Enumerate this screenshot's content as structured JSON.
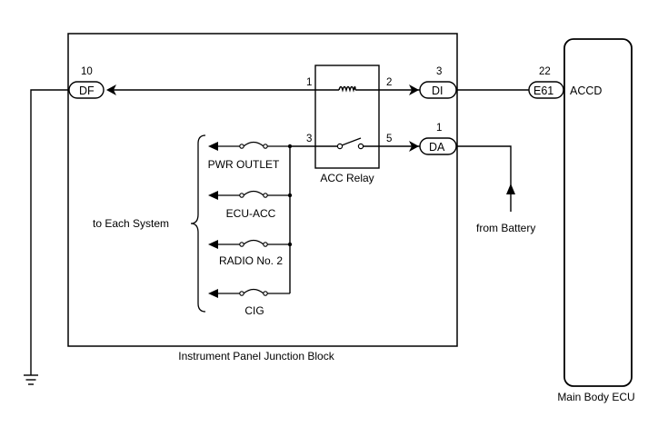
{
  "junction_block": {
    "label": "Instrument Panel Junction Block"
  },
  "ecu": {
    "label": "Main Body ECU",
    "pin_label": "ACCD"
  },
  "relay": {
    "label": "ACC Relay",
    "pins": {
      "p1": "1",
      "p2": "2",
      "p3": "3",
      "p5": "5"
    }
  },
  "connectors": {
    "df": {
      "name": "DF",
      "pin": "10"
    },
    "di": {
      "name": "DI",
      "pin": "3"
    },
    "da": {
      "name": "DA",
      "pin": "1"
    },
    "e61": {
      "name": "E61",
      "pin": "22"
    }
  },
  "fuses": [
    {
      "label": "PWR OUTLET"
    },
    {
      "label": "ECU-ACC"
    },
    {
      "label": "RADIO No. 2"
    },
    {
      "label": "CIG"
    }
  ],
  "annotations": {
    "to_each_system": "to Each System",
    "from_battery": "from Battery"
  }
}
